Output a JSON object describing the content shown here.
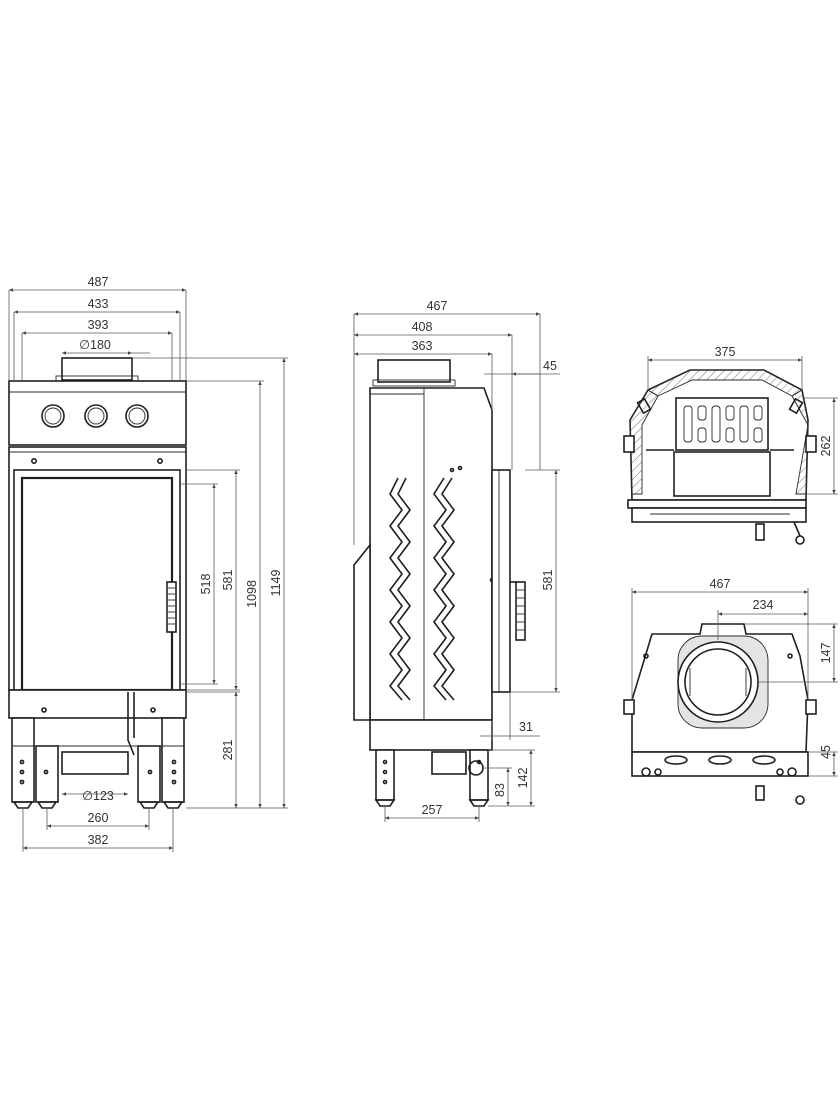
{
  "front_view": {
    "dims": {
      "overall_width": "487",
      "body_width": "433",
      "inner_width": "393",
      "flue_diameter": "∅180",
      "door_height": "518",
      "glass_height": "581",
      "body_height": "1098",
      "total_height": "1149",
      "leg_height": "281",
      "air_inlet_diameter": "∅123",
      "leg_inner_spacing": "260",
      "leg_outer_spacing": "382"
    }
  },
  "side_view": {
    "dims": {
      "overall_depth": "467",
      "body_depth": "408",
      "top_depth": "363",
      "frame_offset": "45",
      "frame_height": "581",
      "frame_projection": "31",
      "inlet_height_a": "142",
      "inlet_height_b": "83",
      "leg_spacing": "257"
    }
  },
  "top_section_view": {
    "dims": {
      "width": "375",
      "height": "262"
    }
  },
  "top_view": {
    "dims": {
      "width": "467",
      "flue_offset": "234",
      "flue_depth": "147",
      "frame_depth": "45"
    }
  },
  "colors": {
    "line": "#1f1f1f",
    "dimension": "#5a5a5a",
    "background": "#ffffff"
  }
}
